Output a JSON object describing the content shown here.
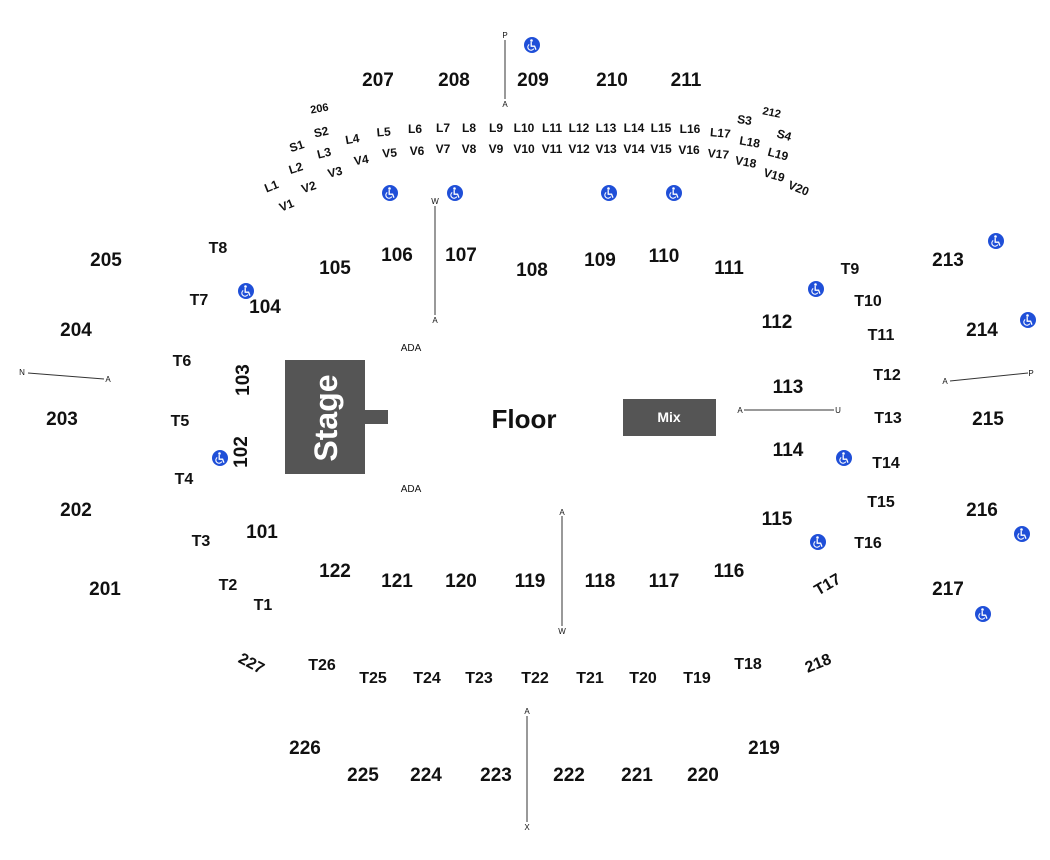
{
  "stage_label": "Stage",
  "floor_label": "Floor",
  "mix_label": "Mix",
  "ada_top": "ADA",
  "ada_bottom": "ADA",
  "sections_200": [
    "201",
    "202",
    "203",
    "204",
    "205",
    "207",
    "208",
    "209",
    "210",
    "211",
    "213",
    "214",
    "215",
    "216",
    "217",
    "219",
    "220",
    "221",
    "222",
    "223",
    "224",
    "225",
    "226"
  ],
  "sections_small_200": [
    "206",
    "212",
    "218",
    "227"
  ],
  "sections_100": [
    "101",
    "102",
    "103",
    "104",
    "105",
    "106",
    "107",
    "108",
    "109",
    "110",
    "111",
    "112",
    "113",
    "114",
    "115",
    "116",
    "117",
    "118",
    "119",
    "120",
    "121",
    "122"
  ],
  "sections_T": [
    "T1",
    "T2",
    "T3",
    "T4",
    "T5",
    "T6",
    "T7",
    "T8",
    "T9",
    "T10",
    "T11",
    "T12",
    "T13",
    "T14",
    "T15",
    "T16",
    "T17",
    "T18",
    "T19",
    "T20",
    "T21",
    "T22",
    "T23",
    "T24",
    "T25",
    "T26"
  ],
  "sections_L": [
    "L1",
    "L2",
    "L3",
    "L4",
    "L5",
    "L6",
    "L7",
    "L8",
    "L9",
    "L10",
    "L11",
    "L12",
    "L13",
    "L14",
    "L15",
    "L16",
    "L17",
    "L18",
    "L19"
  ],
  "sections_V": [
    "V1",
    "V2",
    "V3",
    "V4",
    "V5",
    "V6",
    "V7",
    "V8",
    "V9",
    "V10",
    "V11",
    "V12",
    "V13",
    "V14",
    "V15",
    "V16",
    "V17",
    "V18",
    "V19",
    "V20"
  ],
  "sections_S": [
    "S1",
    "S2",
    "S3",
    "S4"
  ],
  "row_markers": [
    "P",
    "A",
    "W",
    "A",
    "N",
    "A",
    "A",
    "P",
    "A",
    "U",
    "A",
    "W",
    "A",
    "X"
  ],
  "icons": {
    "accessible": "wheelchair-icon",
    "accessible_color": "#1f4fd8"
  },
  "colors": {
    "stage": "#555555",
    "mix": "#555555"
  }
}
